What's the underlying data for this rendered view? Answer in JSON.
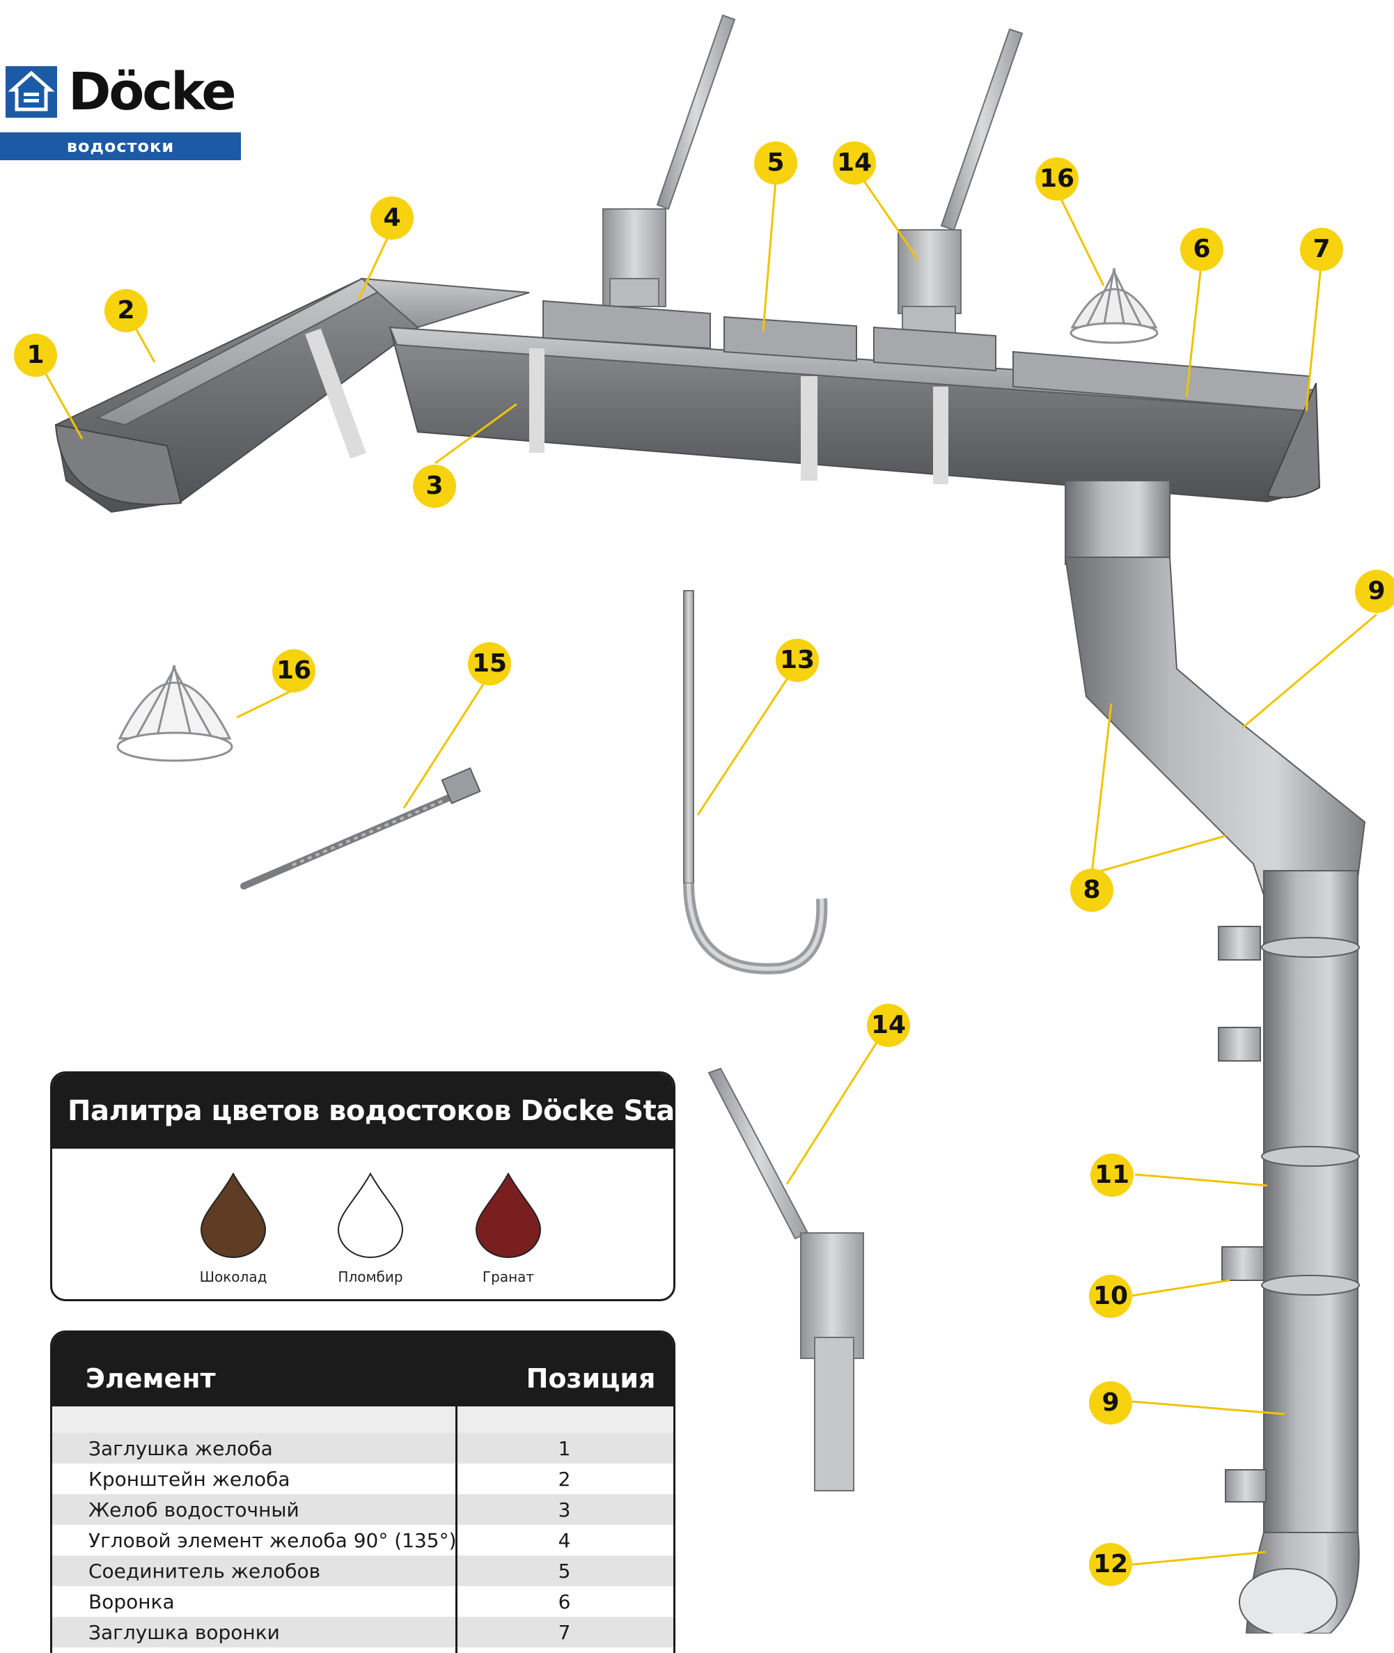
{
  "brand": {
    "name": "Döcke",
    "subtitle": "водостоки",
    "color": "#1c5aa6"
  },
  "callouts": [
    "1",
    "2",
    "3",
    "4",
    "5",
    "14",
    "16",
    "6",
    "7",
    "9",
    "16",
    "15",
    "13",
    "8",
    "14",
    "11",
    "10",
    "9",
    "12"
  ],
  "palette": {
    "title": "Палитра цветов водостоков Döcke Standard",
    "colors": [
      {
        "name": "Шоколад",
        "hex": "#5e3d24"
      },
      {
        "name": "Пломбир",
        "hex": "#ffffff"
      },
      {
        "name": "Гранат",
        "hex": "#7a1f20"
      }
    ]
  },
  "parts_table": {
    "headers": {
      "element": "Элемент",
      "position": "Позиция"
    },
    "rows": [
      {
        "element": "Заглушка желоба",
        "position": "1"
      },
      {
        "element": "Кронштейн желоба",
        "position": "2"
      },
      {
        "element": "Желоб водосточный",
        "position": "3"
      },
      {
        "element": "Угловой элемент желоба 90° (135°)",
        "position": "4"
      },
      {
        "element": "Соединитель желобов",
        "position": "5"
      },
      {
        "element": "Воронка",
        "position": "6"
      },
      {
        "element": "Заглушка воронки",
        "position": "7"
      }
    ]
  }
}
